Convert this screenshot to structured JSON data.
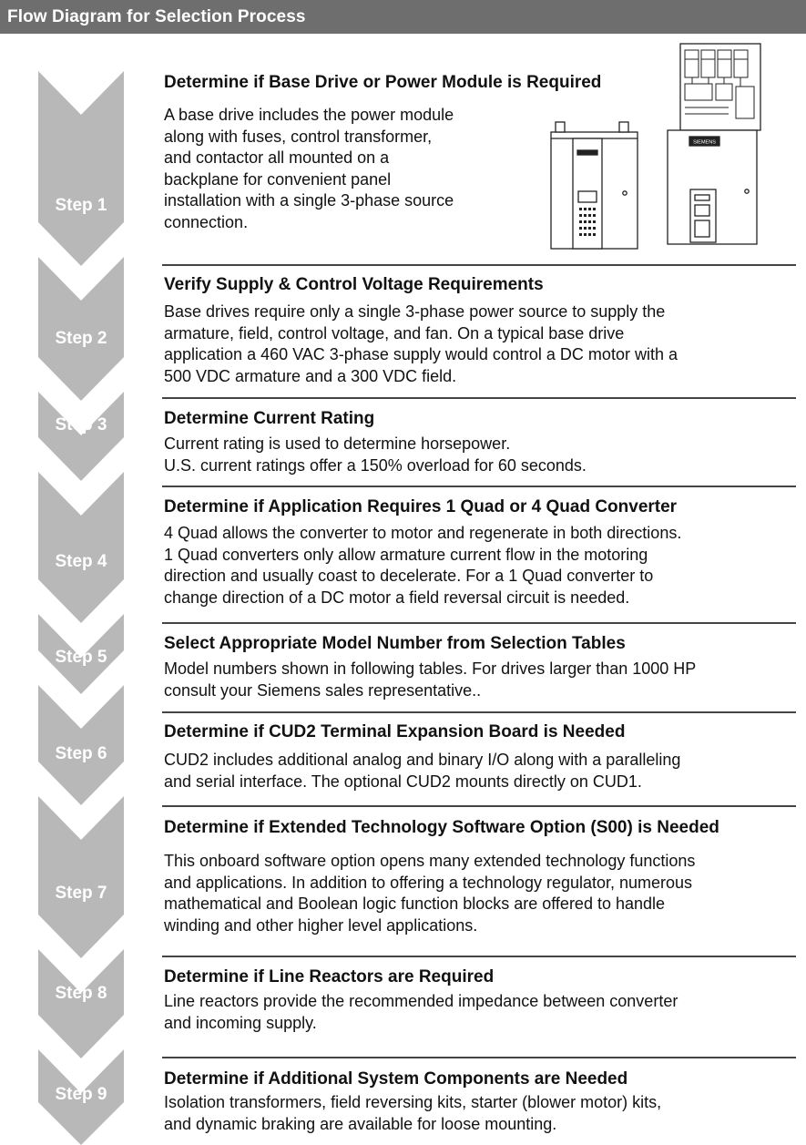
{
  "header": {
    "title": "Flow Diagram for Selection Process"
  },
  "illustration": {
    "brand_label": "SIEMENS"
  },
  "steps": [
    {
      "label": "Step 1",
      "title": "Determine if Base Drive or Power Module is Required",
      "body": "A base drive includes the power module\nalong with fuses, control transformer,\nand contactor all mounted on a\nbackplane for convenient panel\ninstallation with a single 3-phase source\nconnection."
    },
    {
      "label": "Step 2",
      "title": "Verify Supply & Control Voltage Requirements",
      "body": "Base drives require only a single 3-phase power source to supply the\narmature, field, control voltage, and fan. On a typical base drive\napplication a 460 VAC 3-phase supply would control a DC motor with a\n500 VDC armature and a 300 VDC field."
    },
    {
      "label": "Step 3",
      "title": "Determine Current Rating",
      "body": "Current rating is used to determine horsepower.\nU.S. current ratings offer a 150% overload for 60 seconds."
    },
    {
      "label": "Step 4",
      "title": "Determine if Application Requires 1 Quad or 4 Quad Converter",
      "body": "4 Quad allows the converter to motor and regenerate in both directions.\n1 Quad converters only allow armature current flow in the motoring\ndirection and usually coast to decelerate. For a 1 Quad converter to\nchange direction of a DC motor a field reversal circuit is needed."
    },
    {
      "label": "Step 5",
      "title": "Select Appropriate Model Number from Selection Tables",
      "body": "Model numbers shown in following tables. For drives larger than 1000 HP\nconsult your Siemens sales representative.."
    },
    {
      "label": "Step 6",
      "title": "Determine if CUD2 Terminal Expansion Board is Needed",
      "body": "CUD2 includes additional analog and binary I/O along with a paralleling\nand serial interface. The optional CUD2 mounts directly on CUD1."
    },
    {
      "label": "Step 7",
      "title": "Determine if Extended Technology Software Option (S00) is Needed",
      "body": "This onboard software option opens many extended technology functions\nand applications. In addition to offering a technology regulator, numerous\nmathematical and Boolean logic function blocks are offered to handle\nwinding and other higher level applications."
    },
    {
      "label": "Step 8",
      "title": "Determine if Line Reactors are Required",
      "body": "Line reactors provide the recommended impedance between converter\nand incoming supply."
    },
    {
      "label": "Step 9",
      "title": "Determine if Additional System Components are Needed",
      "body": "Isolation transformers, field reversing kits, starter (blower motor) kits,\nand dynamic braking are available for loose mounting."
    }
  ]
}
